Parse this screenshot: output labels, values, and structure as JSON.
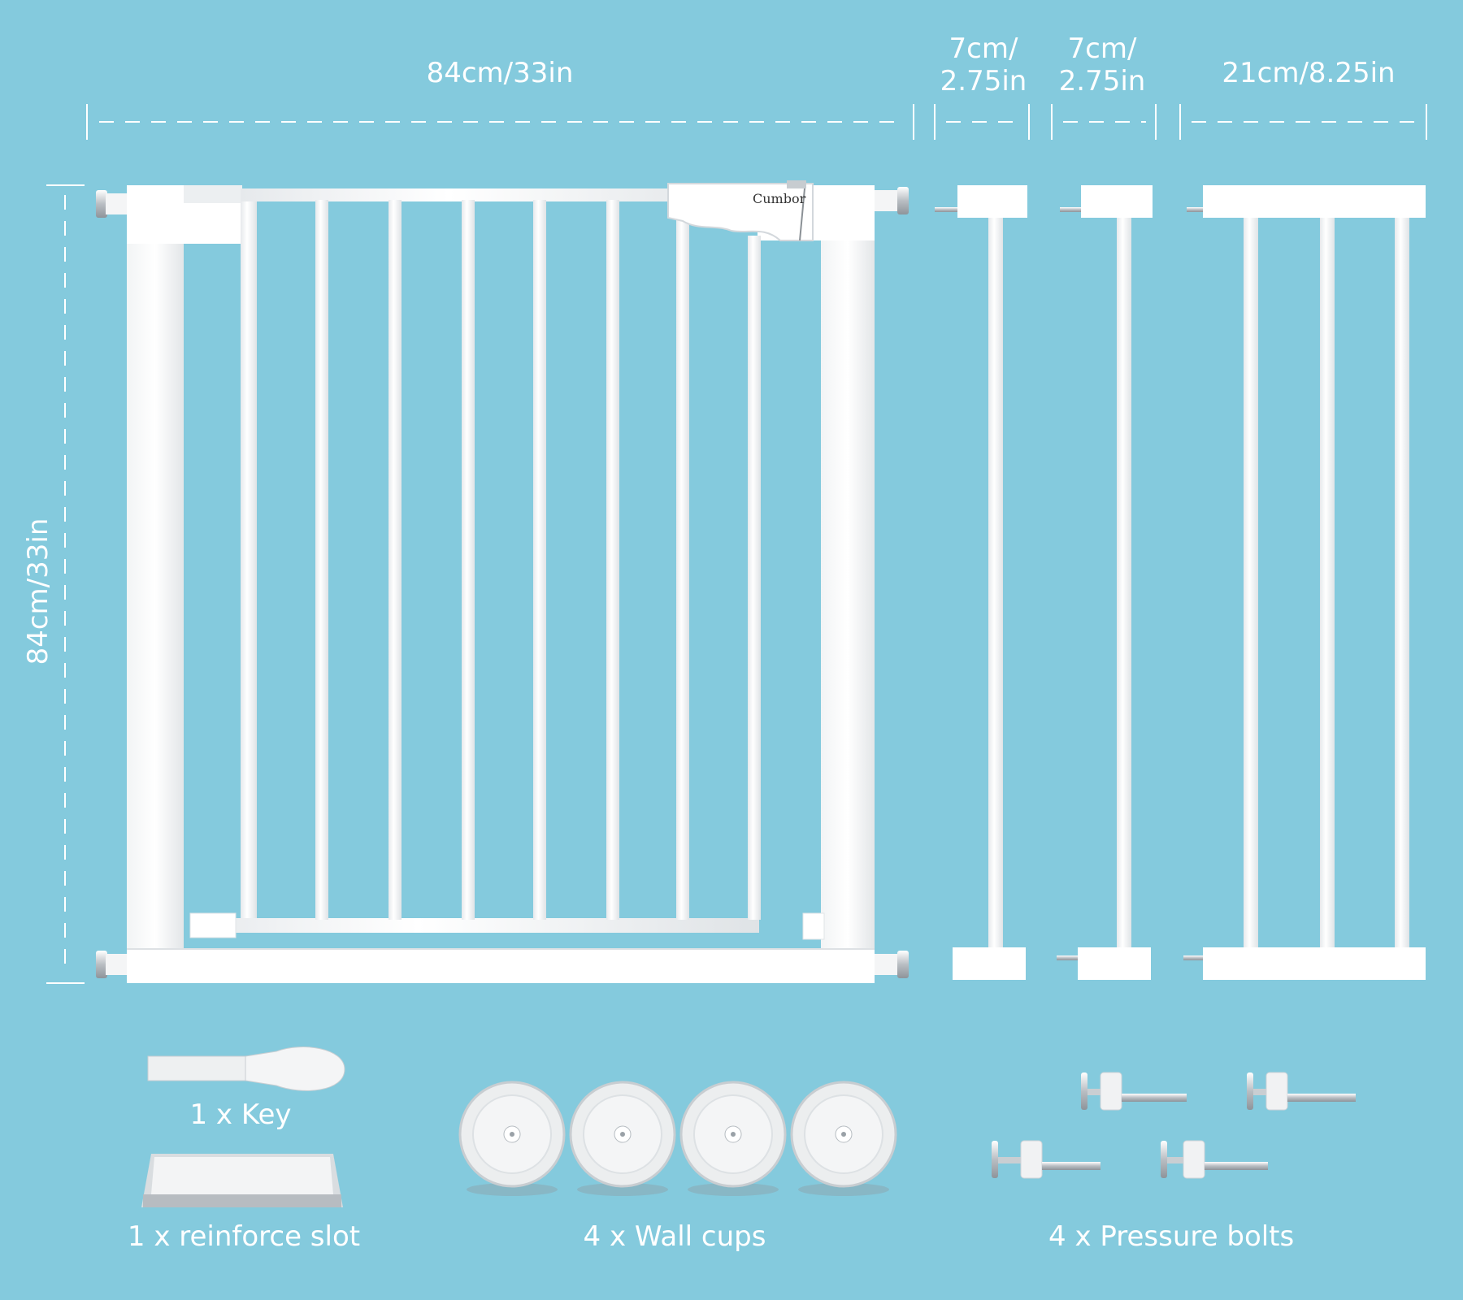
{
  "dimensions": {
    "gate_width": "84cm/33in",
    "gate_height": "84cm/33in",
    "ext_small_1": {
      "line1": "7cm/",
      "line2": "2.75in"
    },
    "ext_small_2": {
      "line1": "7cm/",
      "line2": "2.75in"
    },
    "ext_large": "21cm/8.25in"
  },
  "brand": "Cumbor",
  "accessories": {
    "key": "1 x Key",
    "slot": "1 x reinforce slot",
    "cups": "4 x Wall cups",
    "bolts": "4 x Pressure bolts"
  },
  "colors": {
    "background": "#84cadd",
    "gate": "#ffffff",
    "shadow": "#c8ccd0"
  }
}
